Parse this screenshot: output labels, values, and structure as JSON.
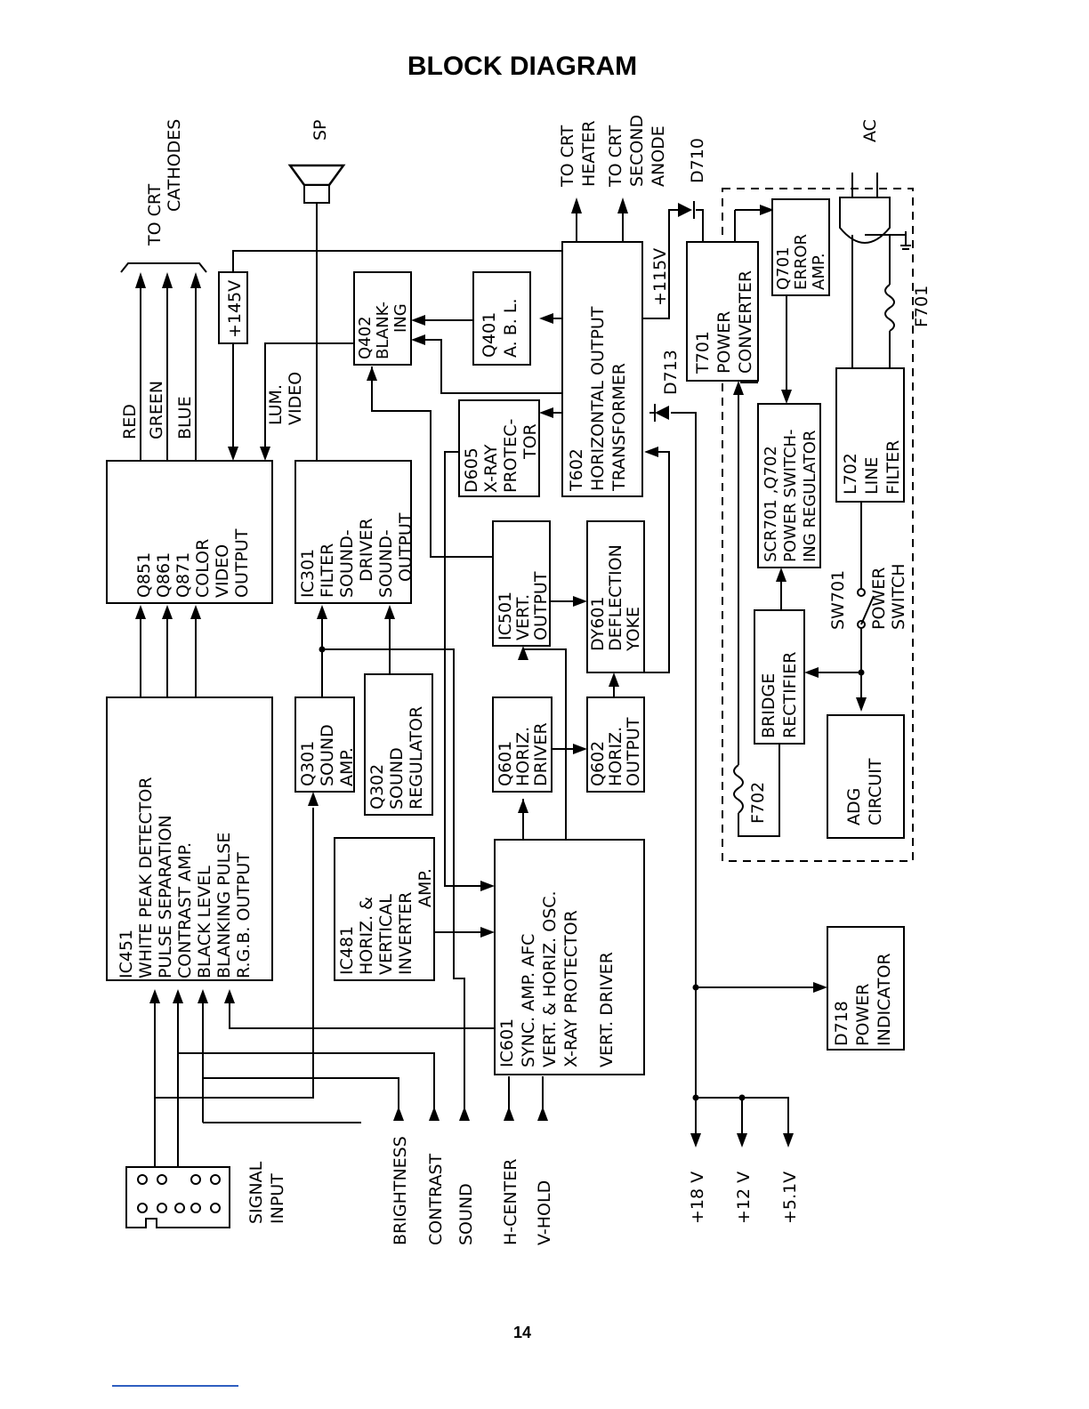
{
  "title": "BLOCK DIAGRAM",
  "page_number": "14",
  "blocks": {
    "ic451": [
      "IC451",
      "WHITE PEAK DETECTOR",
      "PULSE SEPARATION",
      "CONTRAST AMP.",
      "BLACK LEVEL",
      "BLANKING PULSE",
      "R.G.B. OUTPUT"
    ],
    "q851": [
      "Q851",
      "Q861",
      "Q871",
      "COLOR",
      "VIDEO",
      "OUTPUT"
    ],
    "ic301": [
      "IC301",
      "FILTER",
      "SOUND-",
      "DRIVER",
      "SOUND-",
      "OUTPUT"
    ],
    "q301": [
      "Q301",
      "SOUND",
      "AMP."
    ],
    "q302": [
      "Q302",
      "SOUND",
      "REGULATOR"
    ],
    "ic481": [
      "IC481",
      "HORIZ. &",
      "VERTICAL",
      "INVERTER",
      "AMP."
    ],
    "ic601": [
      "IC601",
      "SYNC.   AMP.  AFC",
      "VERT. & HORIZ. OSC.",
      "X-RAY  PROTECTOR",
      "VERT.  DRIVER"
    ],
    "q402": [
      "Q402",
      "BLANK-",
      "ING"
    ],
    "q401": [
      "Q401",
      "A. B. L."
    ],
    "d605": [
      "D605",
      "X-RAY",
      "PROTEC-",
      "TOR"
    ],
    "t602": [
      "T602",
      "HORIZONTAL  OUTPUT",
      "TRANSFORMER"
    ],
    "ic501": [
      "IC501",
      "VERT.",
      "OUTPUT"
    ],
    "dy601": [
      "DY601",
      "DEFLECTION",
      "YOKE"
    ],
    "q601": [
      "Q601",
      "HORIZ.",
      "DRIVER"
    ],
    "q602": [
      "Q602",
      "HORIZ.",
      "OUTPUT"
    ],
    "t701": [
      "T701",
      "POWER",
      "CONVERTER"
    ],
    "q701": [
      "Q701",
      "ERROR",
      "AMP."
    ],
    "scr701": [
      "SCR701 ,Q702",
      "POWER SWITCH-",
      "ING  REGULATOR"
    ],
    "l702": [
      "L702",
      "LINE",
      "FILTER"
    ],
    "bridge": [
      "BRIDGE",
      "RECTIFIER"
    ],
    "adg": [
      "ADG",
      "CIRCUIT"
    ],
    "d718": [
      "D718",
      "POWER",
      "INDICATOR"
    ]
  },
  "labels": {
    "to_crt_cathodes": [
      "TO  CRT",
      "CATHODES"
    ],
    "red": "RED",
    "green": "GREEN",
    "blue": "BLUE",
    "plus145v": "+145V",
    "sp": "SP",
    "lum_video": [
      "LUM.",
      "VIDEO"
    ],
    "to_crt_heater": [
      "TO CRT",
      "HEATER"
    ],
    "to_crt_second_anode": [
      "TO CRT",
      "SECOND",
      "ANODE"
    ],
    "plus115v": "+115V",
    "d710": "D710",
    "d713": "D713",
    "ac": "AC",
    "f701": "F701",
    "f702": "F702",
    "sw701": "SW701",
    "power_switch": [
      "POWER",
      "SWITCH"
    ],
    "signal_input": [
      "SIGNAL",
      "INPUT"
    ],
    "brightness": "BRIGHTNESS",
    "contrast": "CONTRAST",
    "sound": "SOUND",
    "h_center": "H-CENTER",
    "v_hold": "V-HOLD",
    "v18": "+18 V",
    "v12": "+12 V",
    "v51": "+5.1V"
  }
}
